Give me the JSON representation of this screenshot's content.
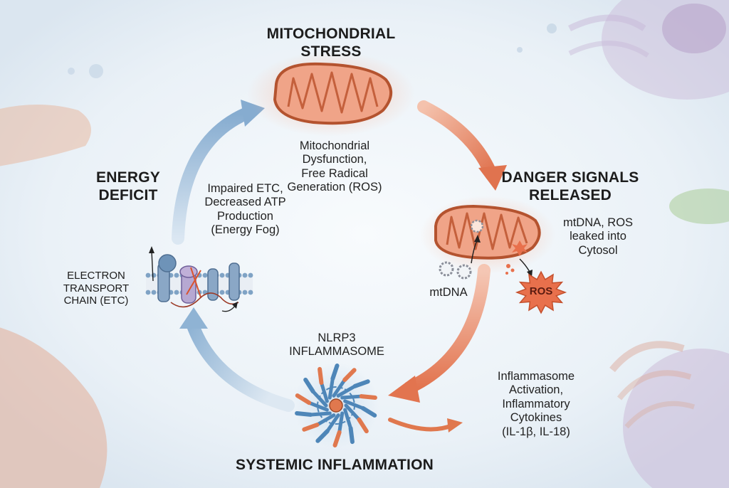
{
  "stages": {
    "mito_stress": {
      "title": [
        "MITOCHONDRIAL",
        "STRESS"
      ],
      "desc": [
        "Mitochondrial",
        "Dysfunction,",
        "Free Radical",
        "Generation (ROS)"
      ]
    },
    "danger": {
      "title": [
        "DANGER SIGNALS",
        "RELEASED"
      ],
      "desc": [
        "mtDNA, ROS",
        "leaked into",
        "Cytosol"
      ],
      "mtdna_label": "mtDNA",
      "ros_label": "ROS"
    },
    "inflammation": {
      "title": "SYSTEMIC INFLAMMATION",
      "complex": [
        "NLRP3",
        "INFLAMMASOME"
      ],
      "desc": [
        "Inflammasome",
        "Activation,",
        "Inflammatory",
        "Cytokines",
        "(IL-1β, IL-18)"
      ]
    },
    "energy": {
      "title": [
        "ENERGY",
        "DEFICIT"
      ],
      "desc": [
        "Impaired ETC,",
        "Decreased ATP",
        "Production",
        "(Energy Fog)"
      ],
      "etc_label": [
        "ELECTRON",
        "TRANSPORT",
        "CHAIN (ETC)"
      ]
    }
  },
  "colors": {
    "mito_fill": "#f0a488",
    "mito_outline": "#b4532f",
    "mito_crista": "#c4603c",
    "warm_arrow": "#e07a58",
    "cool_arrow": "#8fb3d4",
    "inflammasome_blue": "#4e86b8",
    "inflammasome_orange": "#e0784e",
    "membrane": "#7fa3c5",
    "ros_star": "#e8704c"
  }
}
